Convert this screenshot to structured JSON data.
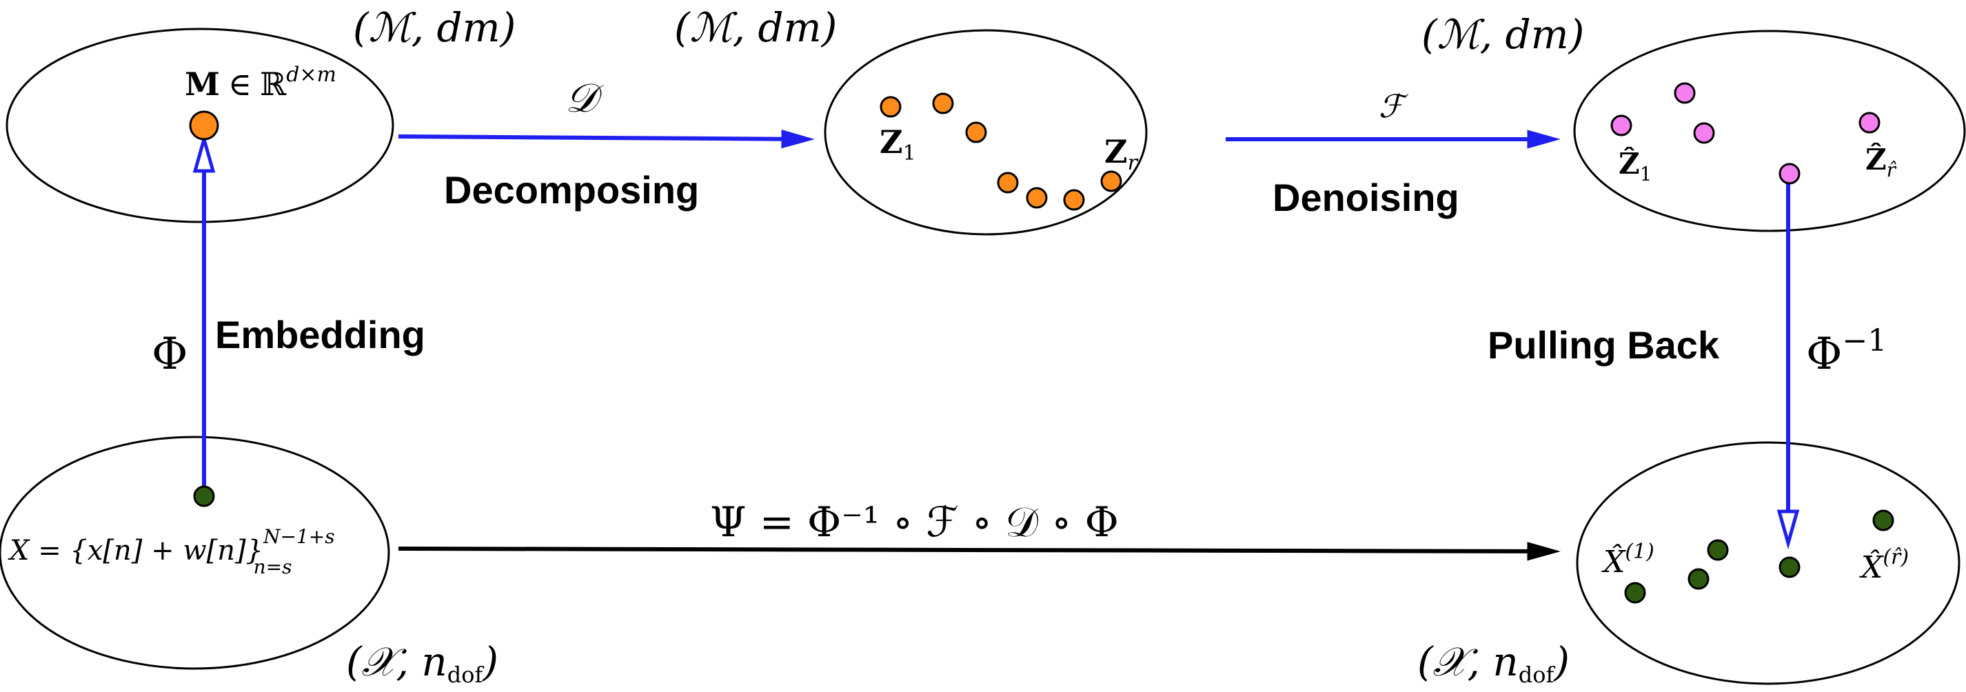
{
  "colors": {
    "blue_arrow": "#1f1ff0",
    "black_arrow": "#000000",
    "orange_point": "#ff8c1a",
    "pink_point": "#f57ff0",
    "green_point": "#2e5a0f",
    "ellipse_stroke": "#000000"
  },
  "spaces": {
    "matrix_space": {
      "space": "ℳ",
      "metric": "dm"
    },
    "decomposed_space": {
      "space": "ℳ",
      "metric": "dm"
    },
    "denoised_space": {
      "space": "ℳ",
      "metric": "dm"
    },
    "signal_space": {
      "space": "𝒳",
      "dof": "n",
      "dof_sub": "dof"
    },
    "output_space": {
      "space": "𝒳",
      "dof": "n",
      "dof_sub": "dof"
    }
  },
  "matrix": {
    "symbol": "M",
    "in": "∈",
    "field": "ℝ",
    "dims": "d×m"
  },
  "signal": {
    "lhs": "X = {x[n] + w[n]}",
    "sup": "N−1+s",
    "sub": "n=s"
  },
  "components": {
    "first": {
      "base": "Z",
      "sub": "1"
    },
    "last": {
      "base": "Z",
      "sub": "r"
    }
  },
  "denoised_components": {
    "first": {
      "base": "Ẑ",
      "sub": "1"
    },
    "last": {
      "base": "Ẑ",
      "sub": "r̂"
    }
  },
  "outputs": {
    "first": {
      "base": "X̂",
      "sup": "(1)"
    },
    "last": {
      "base": "X̂",
      "sup": "(r̂)"
    }
  },
  "operators": {
    "decompose_symbol": "𝒟",
    "decompose_label": "Decomposing",
    "denoise_symbol": "ℱ",
    "denoise_label": "Denoising",
    "embed_symbol": "Φ",
    "embed_label": "Embedding",
    "pullback_symbol": "Φ",
    "pullback_sup": "−1",
    "pullback_label": "Pulling Back",
    "composite": "Ψ = Φ⁻¹ ∘ ℱ ∘ 𝒟 ∘ Φ"
  }
}
